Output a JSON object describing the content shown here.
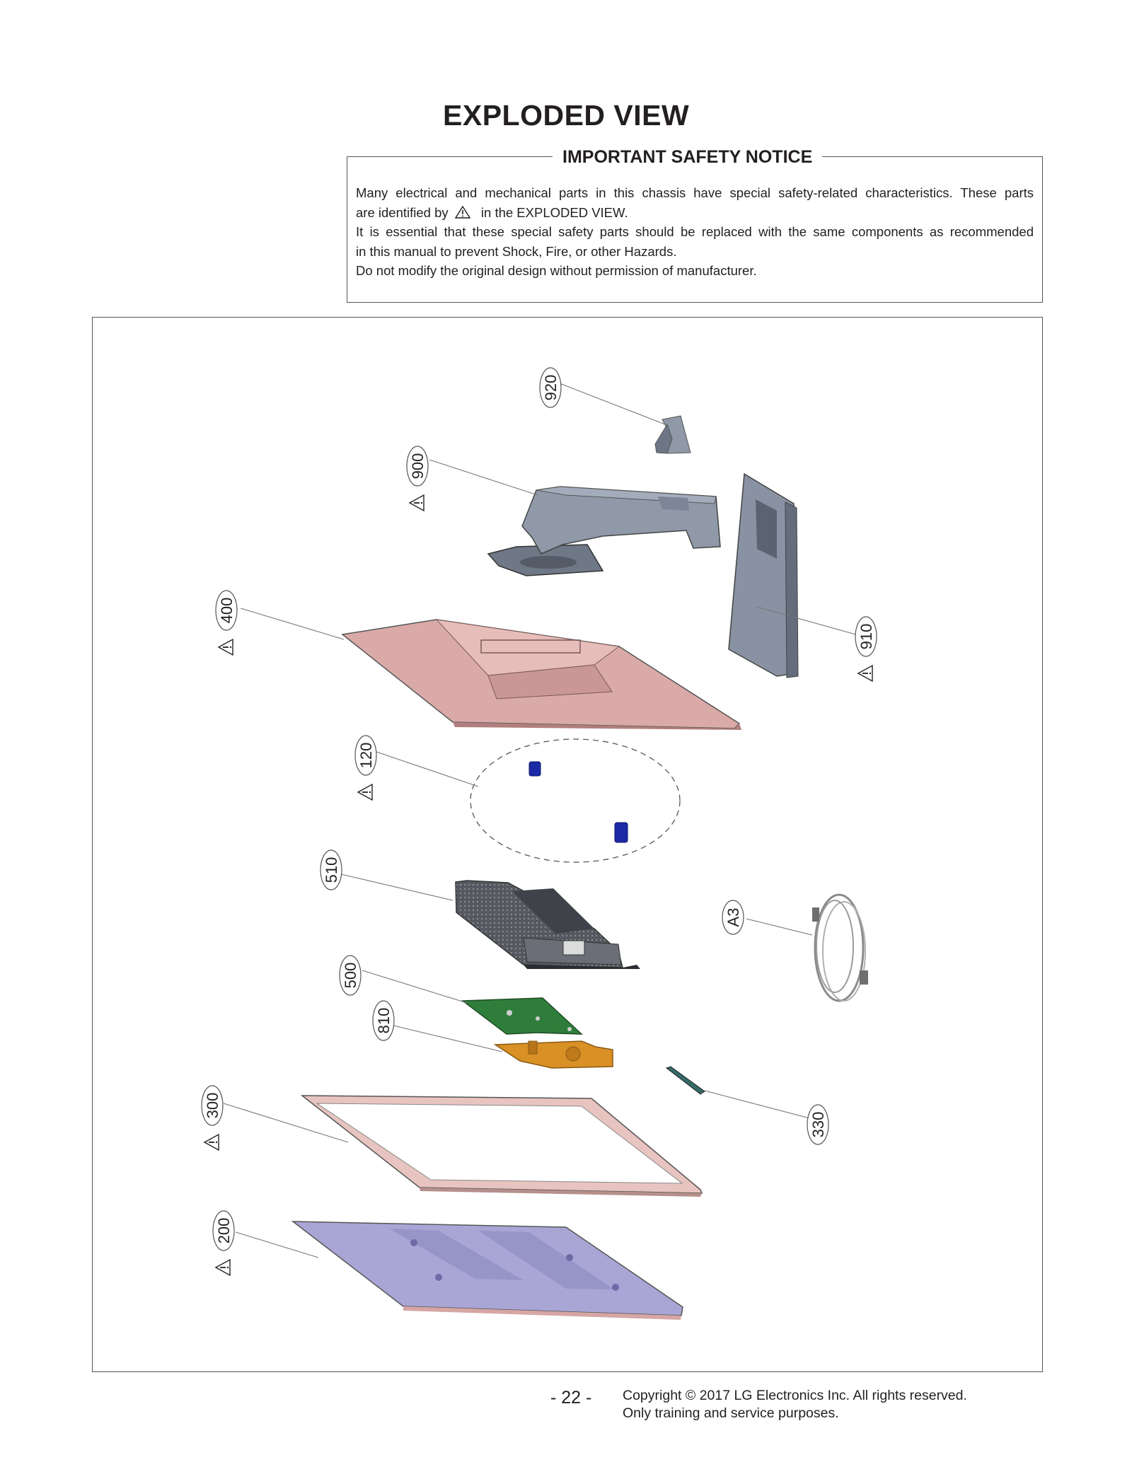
{
  "page": {
    "title": "EXPLODED VIEW",
    "page_number": "- 22 -",
    "copyright_line1": "Copyright © 2017 LG Electronics Inc. All rights reserved.",
    "copyright_line2": "Only training and service purposes."
  },
  "notice": {
    "title": "IMPORTANT SAFETY NOTICE",
    "line1": "Many electrical and mechanical parts in this chassis have special safety-related characteristics. These parts",
    "line2_before": "are identified by",
    "line2_after": "in the  EXPLODED VIEW.",
    "line3": "It is essential that these special safety parts should be replaced with the same components as recommended",
    "line4": "in this manual to prevent Shock, Fire, or other Hazards.",
    "line5": "Do not modify the original design without permission of manufacturer."
  },
  "callouts": [
    {
      "label": "920",
      "safety": false
    },
    {
      "label": "900",
      "safety": true
    },
    {
      "label": "400",
      "safety": true
    },
    {
      "label": "910",
      "safety": true
    },
    {
      "label": "120",
      "safety": true
    },
    {
      "label": "510",
      "safety": false
    },
    {
      "label": "A3",
      "safety": false
    },
    {
      "label": "500",
      "safety": false
    },
    {
      "label": "810",
      "safety": false
    },
    {
      "label": "300",
      "safety": true
    },
    {
      "label": "330",
      "safety": false
    },
    {
      "label": "200",
      "safety": true
    }
  ],
  "colors": {
    "stand": "#8f99a8",
    "back_cover": "#d9aaa8",
    "screw": "#1b2aa6",
    "power_board": "#4a4d55",
    "main_board": "#2f7d3a",
    "bracket": "#d99025",
    "frame": "#e8c4c0",
    "panel": "#a9a6d6"
  }
}
